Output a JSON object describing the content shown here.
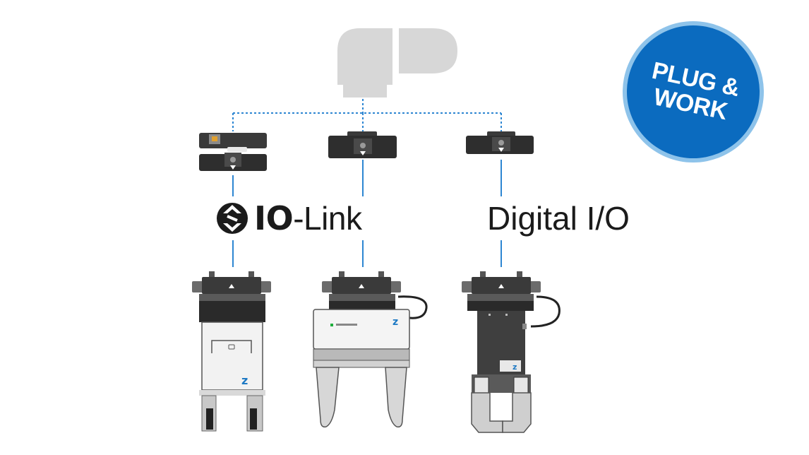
{
  "labels": {
    "io_link_bold": "IO",
    "io_link_rest": "-Link",
    "digital_io": "Digital I/O"
  },
  "badge": {
    "line1": "PLUG &",
    "line2": "WORK"
  },
  "colors": {
    "link_line": "#2d86d2",
    "badge_fill": "#0b6bbf",
    "badge_ring": "#8ec3ea",
    "robot_gray": "#d7d7d7",
    "device_dark": "#2e2e2e",
    "brand_blue": "#1f7ac4"
  },
  "icons": {
    "robot": "robot-arm-icon",
    "io_link_logo": "io-link-logo-icon",
    "brand": "z-brand-icon"
  }
}
